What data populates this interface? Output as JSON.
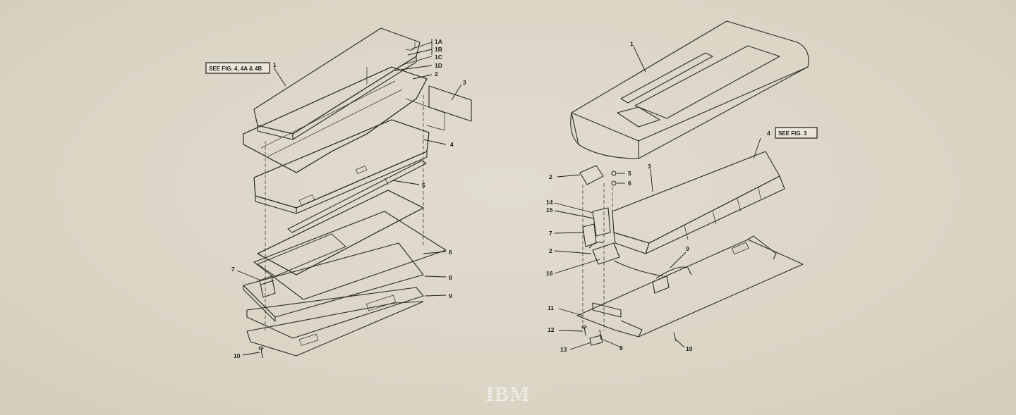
{
  "references": {
    "left": "SEE FIG. 4, 4A & 4B",
    "right": "SEE FIG. 3"
  },
  "callouts": {
    "left": [
      "1A",
      "1B",
      "1C",
      "1D",
      "1",
      "2",
      "3",
      "4",
      "5",
      "6",
      "7",
      "8",
      "9",
      "10"
    ],
    "right": [
      "1",
      "2",
      "3",
      "4",
      "5",
      "6",
      "14",
      "15",
      "7",
      "2",
      "16",
      "9",
      "11",
      "12",
      "13",
      "8",
      "10"
    ]
  },
  "brand": {
    "logo": "IBM"
  }
}
